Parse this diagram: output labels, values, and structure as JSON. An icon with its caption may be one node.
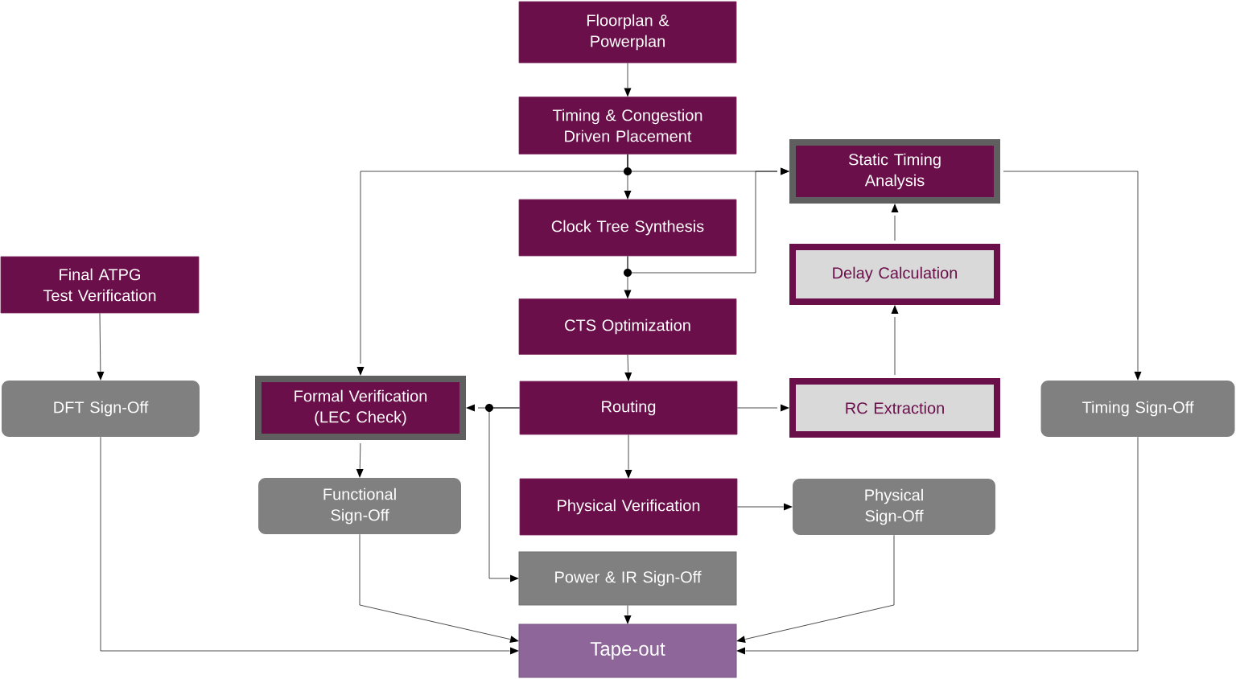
{
  "diagram": {
    "nodes": [
      {
        "text": [
          "Floorplan & Powerplan"
        ]
      },
      {
        "text": [
          "Timing & Congestion Driven Placement"
        ]
      },
      {
        "text": [
          "Static Timing Analysis"
        ]
      },
      {
        "text": [
          "Clock Tree Synthesis"
        ]
      },
      {
        "text": [
          "Final ATPG Test Verification"
        ]
      },
      {
        "text": [
          "Delay Calculation"
        ]
      },
      {
        "text": [
          "CTS Optimization"
        ]
      },
      {
        "text": [
          "DFT Sign-Off"
        ]
      },
      {
        "text": [
          "Formal Verification (LEC Check)"
        ]
      },
      {
        "text": [
          "Routing"
        ]
      },
      {
        "text": [
          "RC Extraction"
        ]
      },
      {
        "text": [
          "Timing Sign-Off"
        ]
      },
      {
        "text": [
          "Functional Sign-Off"
        ]
      },
      {
        "text": [
          "Physical Verification"
        ]
      },
      {
        "text": [
          "Physical Sign-Off"
        ]
      },
      {
        "text": [
          "Power & IR Sign-Off"
        ]
      },
      {
        "text": [
          "Tape-out"
        ]
      }
    ],
    "edges": [
      {
        "from": 0,
        "to": 1,
        "arrow": "to"
      },
      {
        "from": 1,
        "to": 3,
        "arrow": "to"
      },
      {
        "from": 1,
        "to": 8,
        "arrow": "to"
      },
      {
        "from": 1,
        "to": 2,
        "arrow": "to"
      },
      {
        "from": 3,
        "to": 6,
        "arrow": "to"
      },
      {
        "from": 3,
        "to": 2,
        "arrow": "to"
      },
      {
        "from": 6,
        "to": 9,
        "arrow": "to"
      },
      {
        "from": 9,
        "to": 8,
        "arrow": "to"
      },
      {
        "from": 9,
        "to": 15,
        "arrow": "to"
      },
      {
        "from": 9,
        "to": 10,
        "arrow": "to"
      },
      {
        "from": 10,
        "to": 5,
        "arrow": "to"
      },
      {
        "from": 5,
        "to": 2,
        "arrow": "to"
      },
      {
        "from": 9,
        "to": 13,
        "arrow": "to"
      },
      {
        "from": 13,
        "to": 14,
        "arrow": "to"
      },
      {
        "from": 2,
        "to": 11,
        "arrow": "to"
      },
      {
        "from": 4,
        "to": 7,
        "arrow": "to"
      },
      {
        "from": 7,
        "to": 16,
        "arrow": "to"
      },
      {
        "from": 8,
        "to": 12,
        "arrow": "to"
      },
      {
        "from": 12,
        "to": 16,
        "arrow": "to"
      },
      {
        "from": 15,
        "to": 16,
        "arrow": "to"
      },
      {
        "from": 14,
        "to": 16,
        "arrow": "to"
      },
      {
        "from": 11,
        "to": 16,
        "arrow": "to"
      }
    ]
  }
}
